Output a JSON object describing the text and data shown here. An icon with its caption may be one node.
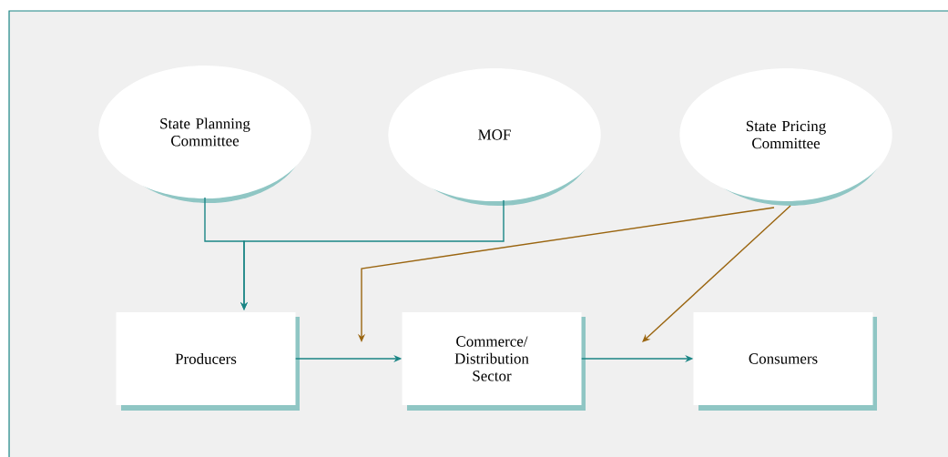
{
  "diagram": {
    "nodes": [
      {
        "text": [
          "State Planning Committee"
        ]
      },
      {
        "text": [
          "MOF"
        ]
      },
      {
        "text": [
          "State Pricing Committee"
        ]
      },
      {
        "text": [
          "Producers"
        ]
      },
      {
        "text": [
          "Commerce/ Distribution Sector"
        ]
      },
      {
        "text": [
          "Consumers"
        ]
      }
    ],
    "edges": [
      {
        "from": 0,
        "to": 3,
        "arrow": "to"
      },
      {
        "from": 1,
        "to": 3,
        "arrow": "to"
      },
      {
        "from": 2,
        "to": null,
        "arrow": "to",
        "color": "#9a6510"
      },
      {
        "from": 2,
        "to": null,
        "arrow": "to",
        "color": "#9a6510"
      },
      {
        "from": 3,
        "to": 4,
        "arrow": "to"
      },
      {
        "from": 4,
        "to": 5,
        "arrow": "to"
      }
    ]
  }
}
